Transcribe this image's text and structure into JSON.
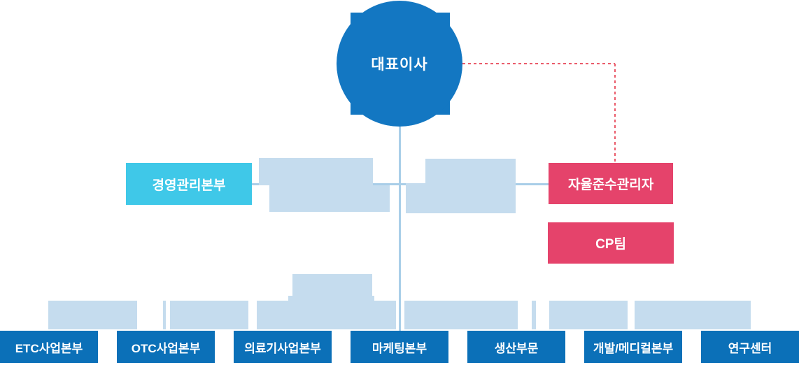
{
  "chart": {
    "type": "org-chart",
    "root": {
      "label": "대표이사",
      "shape": "circle",
      "color": "#1377c2"
    },
    "level2": [
      {
        "label": "경영관리본부",
        "color": "#3fc8e8",
        "connection": "solid"
      },
      {
        "label": "자율준수관리자",
        "color": "#e5436b",
        "connection": "dashed-red"
      },
      {
        "label": "CP팀",
        "color": "#e5436b",
        "connection": "none"
      }
    ],
    "level3": [
      {
        "label": "ETC사업본부"
      },
      {
        "label": "OTC사업본부"
      },
      {
        "label": "의료기사업본부"
      },
      {
        "label": "마케팅본부"
      },
      {
        "label": "생산부문"
      },
      {
        "label": "개발/메디컬본부"
      },
      {
        "label": "연구센터"
      }
    ]
  },
  "colors": {
    "ceo_blue": "#1377c2",
    "dept_blue": "#0b70b8",
    "cyan": "#3fc8e8",
    "crimson": "#e5436b",
    "dashed_red": "#ea5c6b",
    "pale_blue": "#c5dcee",
    "connector_blue": "#a9cee8",
    "text_white": "#ffffff",
    "background": "#ffffff"
  }
}
